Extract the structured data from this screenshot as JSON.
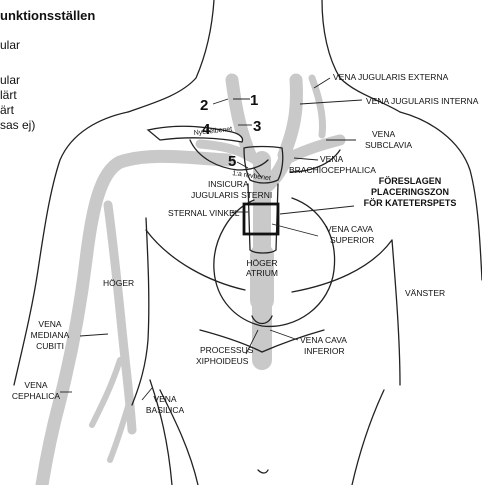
{
  "legend": {
    "title": "unktionsställen",
    "lines": [
      "ular",
      "ular",
      "lärt",
      "ärt",
      "sas ej)"
    ]
  },
  "markers": {
    "m1": "1",
    "m2": "2",
    "m3": "3",
    "m4": "4",
    "m5": "5"
  },
  "labels": {
    "nyckelben": "Nyckelbenet",
    "revben": "1:a revbenet",
    "jug_ext": "VENA JUGULARIS EXTERNA",
    "jug_int": "VENA JUGULARIS INTERNA",
    "subclavia_1": "VENA",
    "subclavia_2": "SUBCLAVIA",
    "brachio_1": "VENA",
    "brachio_2": "BRACHIOCEPHALICA",
    "incisura_1": "INSICURA",
    "incisura_2": "JUGULARIS STERNI",
    "sternal": "STERNAL VINKEL",
    "zone_1": "FÖRESLAGEN",
    "zone_2": "PLACERINGSZON",
    "zone_3": "FÖR KATETERSPETS",
    "vcs_1": "VENA CAVA",
    "vcs_2": "SUPERIOR",
    "atrium_1": "HÖGER",
    "atrium_2": "ATRIUM",
    "hoger": "HÖGER",
    "vanster": "VÄNSTER",
    "mediana_1": "VENA",
    "mediana_2": "MEDIANA",
    "mediana_3": "CUBITI",
    "xiph_1": "PROCESSUS",
    "xiph_2": "XIPHOIDEUS",
    "vci_1": "VENA CAVA",
    "vci_2": "INFERIOR",
    "cephalica_1": "VENA",
    "cephalica_2": "CEPHALICA",
    "basilica_1": "VENA",
    "basilica_2": "BASILICA"
  },
  "colors": {
    "vein": "#c9c9c9",
    "outline": "#222222",
    "box": "#111111"
  }
}
